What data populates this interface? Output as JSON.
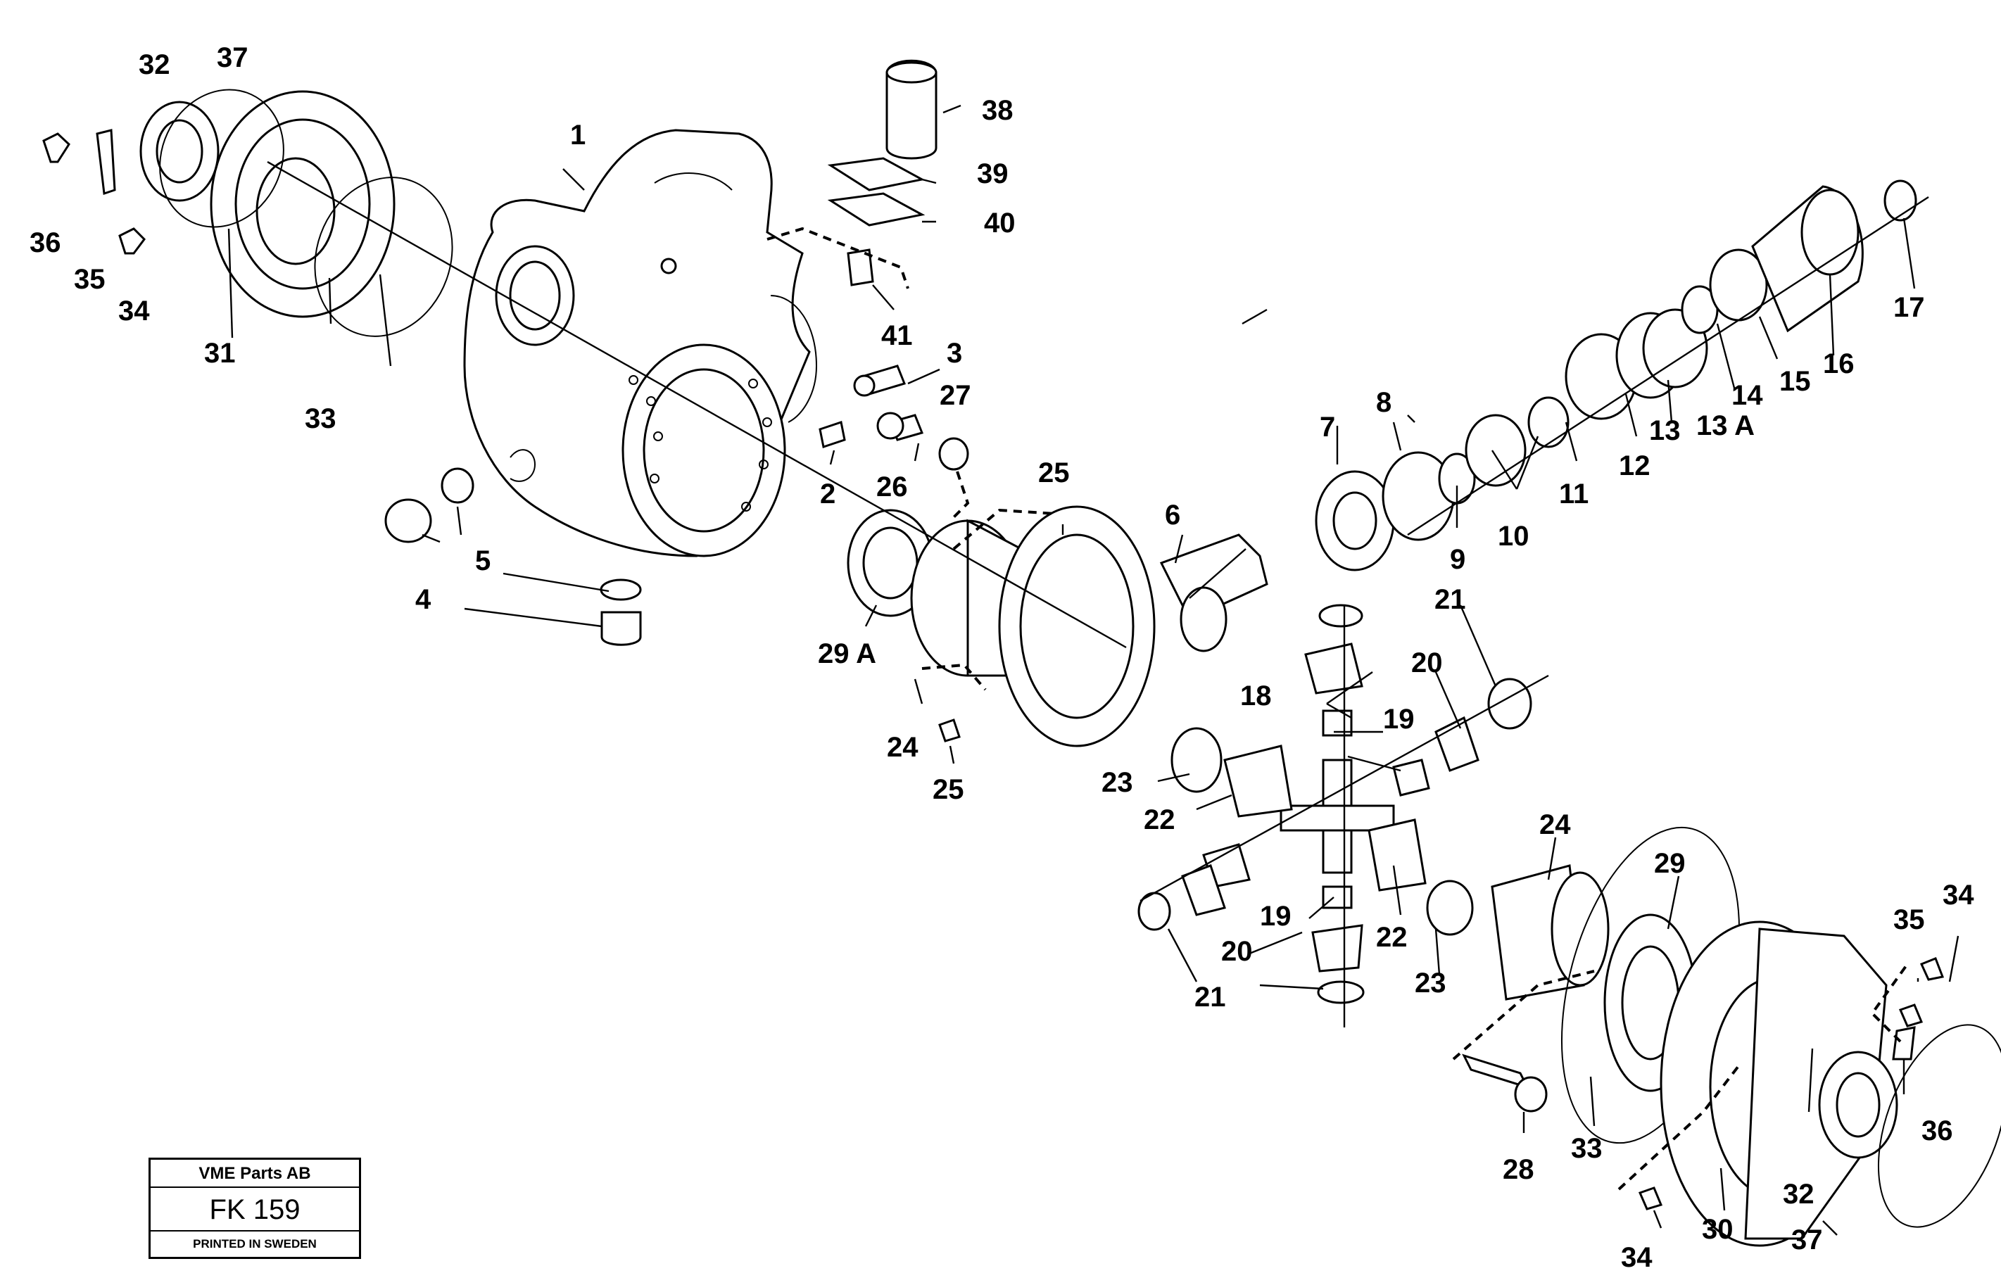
{
  "callouts": [
    {
      "id": "c1",
      "text": "1"
    },
    {
      "id": "c2",
      "text": "2"
    },
    {
      "id": "c3",
      "text": "3"
    },
    {
      "id": "c4",
      "text": "4"
    },
    {
      "id": "c5",
      "text": "5"
    },
    {
      "id": "c6",
      "text": "6"
    },
    {
      "id": "c7",
      "text": "7"
    },
    {
      "id": "c8",
      "text": "8"
    },
    {
      "id": "c9",
      "text": "9"
    },
    {
      "id": "c10",
      "text": "10"
    },
    {
      "id": "c11",
      "text": "11"
    },
    {
      "id": "c12",
      "text": "12"
    },
    {
      "id": "c13",
      "text": "13"
    },
    {
      "id": "c13a",
      "text": "13 A"
    },
    {
      "id": "c14",
      "text": "14"
    },
    {
      "id": "c15",
      "text": "15"
    },
    {
      "id": "c16",
      "text": "16"
    },
    {
      "id": "c17",
      "text": "17"
    },
    {
      "id": "c18",
      "text": "18"
    },
    {
      "id": "c19a",
      "text": "19"
    },
    {
      "id": "c19b",
      "text": "19"
    },
    {
      "id": "c20a",
      "text": "20"
    },
    {
      "id": "c20b",
      "text": "20"
    },
    {
      "id": "c21a",
      "text": "21"
    },
    {
      "id": "c21b",
      "text": "21"
    },
    {
      "id": "c22a",
      "text": "22"
    },
    {
      "id": "c22b",
      "text": "22"
    },
    {
      "id": "c23a",
      "text": "23"
    },
    {
      "id": "c23b",
      "text": "23"
    },
    {
      "id": "c24a",
      "text": "24"
    },
    {
      "id": "c24b",
      "text": "24"
    },
    {
      "id": "c25a",
      "text": "25"
    },
    {
      "id": "c25b",
      "text": "25"
    },
    {
      "id": "c26",
      "text": "26"
    },
    {
      "id": "c27",
      "text": "27"
    },
    {
      "id": "c28",
      "text": "28"
    },
    {
      "id": "c29",
      "text": "29"
    },
    {
      "id": "c29a",
      "text": "29 A"
    },
    {
      "id": "c30",
      "text": "30"
    },
    {
      "id": "c31",
      "text": "31"
    },
    {
      "id": "c32a",
      "text": "32"
    },
    {
      "id": "c32b",
      "text": "32"
    },
    {
      "id": "c33a",
      "text": "33"
    },
    {
      "id": "c33b",
      "text": "33"
    },
    {
      "id": "c34a",
      "text": "34"
    },
    {
      "id": "c34b",
      "text": "34"
    },
    {
      "id": "c34c",
      "text": "34"
    },
    {
      "id": "c35a",
      "text": "35"
    },
    {
      "id": "c35b",
      "text": "35"
    },
    {
      "id": "c36a",
      "text": "36"
    },
    {
      "id": "c36b",
      "text": "36"
    },
    {
      "id": "c37a",
      "text": "37"
    },
    {
      "id": "c37b",
      "text": "37"
    },
    {
      "id": "c38",
      "text": "38"
    },
    {
      "id": "c39",
      "text": "39"
    },
    {
      "id": "c40",
      "text": "40"
    },
    {
      "id": "c41",
      "text": "41"
    }
  ],
  "stamp": {
    "company": "VME Parts AB",
    "code": "FK 159",
    "printed": "PRINTED IN SWEDEN"
  }
}
